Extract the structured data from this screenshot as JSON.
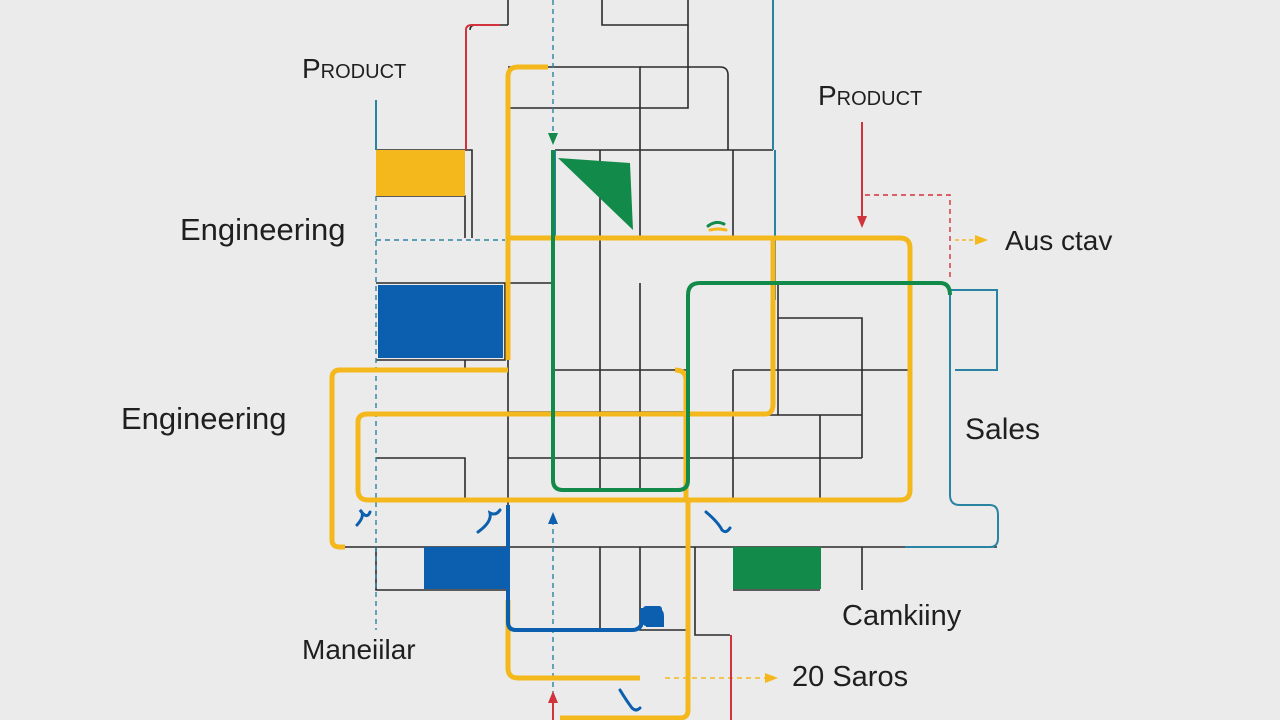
{
  "labels": {
    "product_left": "Product",
    "product_right": "Product",
    "engineering_top": "Engineering",
    "engineering_mid": "Engineering",
    "aus_clay": "Aus ctav",
    "sales": "Sales",
    "camkiiny": "Camkiiny",
    "maneilar": "Maneiilar",
    "sales_count": "20 Saros"
  },
  "colors": {
    "background": "#ebebeb",
    "grid_line": "#2b2b2b",
    "yellow": "#f4b81c",
    "blue": "#0b5fae",
    "green": "#128a4a",
    "teal": "#2a83a3",
    "red": "#d2323b",
    "text": "#1f1f1f"
  },
  "icons": {
    "arrow_right": "arrow-right-icon",
    "arrow_up": "arrow-up-icon",
    "arrow_down": "arrow-down-icon"
  }
}
